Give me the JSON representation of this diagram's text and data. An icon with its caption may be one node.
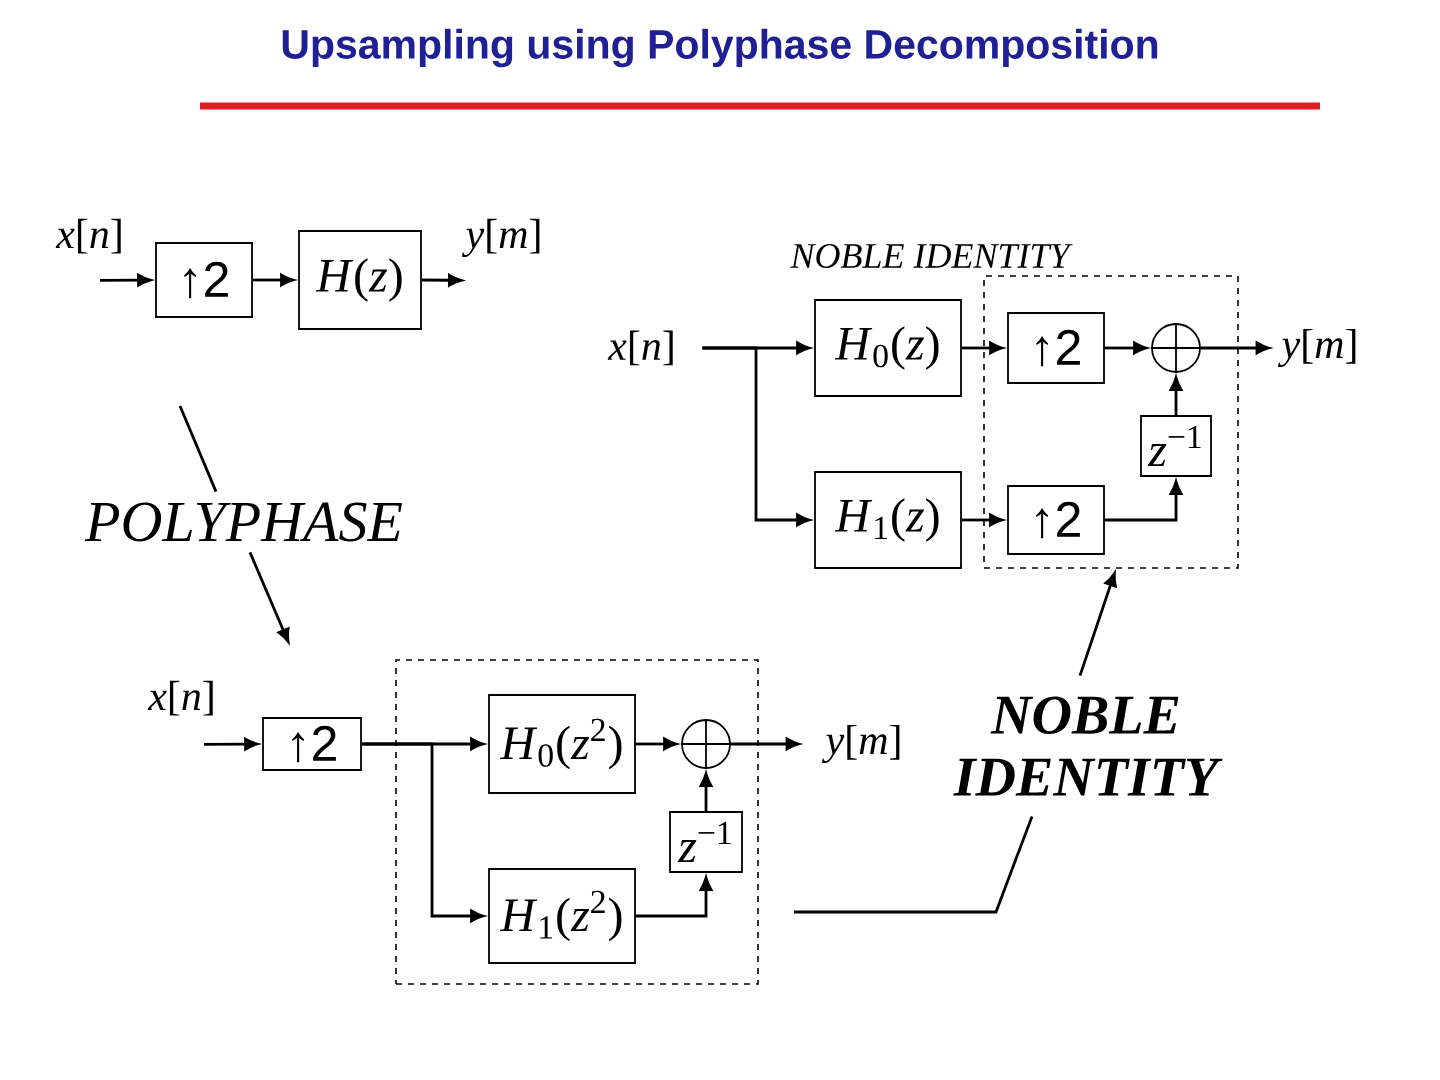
{
  "diagram": {
    "title": "Upsampling using Polyphase Decomposition",
    "nodes": [
      {
        "text": [
          "*x*[*n*]"
        ]
      },
      {
        "text": [
          "↑2"
        ]
      },
      {
        "text": [
          "*H*(*z*)"
        ]
      },
      {
        "text": [
          "*y*[*m*]"
        ]
      },
      {
        "text": [
          "*x*[*n*]"
        ]
      },
      {
        "text": [
          "*H*$_{0}$(*z*)"
        ]
      },
      {
        "text": [
          "*H*$_{1}$(*z*)"
        ]
      },
      {
        "text": [],
        "shape": "box"
      },
      {
        "text": [
          "↑2"
        ],
        "in": 7
      },
      {
        "text": [
          "↑2"
        ],
        "in": 7
      },
      {
        "text": [],
        "shape": "circle",
        "in": 7
      },
      {
        "text": [
          "*z*$^{−1}$"
        ],
        "in": 7
      },
      {
        "text": [
          "*y*[*m*]"
        ]
      },
      {
        "text": [
          "POLYPHASE"
        ]
      },
      {
        "text": [
          "*x*[*n*]"
        ]
      },
      {
        "text": [
          "↑2"
        ]
      },
      {
        "text": [],
        "shape": "box"
      },
      {
        "text": [
          "*H*$_{0}$(*z*$^{2}$)"
        ],
        "in": 16
      },
      {
        "text": [
          "*H*$_{1}$(*z*$^{2}$)"
        ],
        "in": 16
      },
      {
        "text": [],
        "shape": "circle",
        "in": 16
      },
      {
        "text": [
          "*z*$^{−1}$"
        ],
        "in": 16
      },
      {
        "text": [
          "*y*[*m*]"
        ]
      },
      {
        "text": [
          "NOBLE IDENTITY"
        ]
      }
    ],
    "edges": [
      {
        "from": 0,
        "to": 1,
        "arrow": "to"
      },
      {
        "from": 1,
        "to": 2,
        "arrow": "to"
      },
      {
        "from": 2,
        "to": 3,
        "arrow": "to"
      },
      {
        "from": 4,
        "to": 5,
        "arrow": "to"
      },
      {
        "from": 4,
        "to": 6,
        "arrow": "to"
      },
      {
        "from": 5,
        "to": 8,
        "arrow": "to"
      },
      {
        "from": 6,
        "to": 9,
        "arrow": "to"
      },
      {
        "from": 8,
        "to": 10,
        "arrow": "to"
      },
      {
        "from": 9,
        "to": 11,
        "arrow": "to"
      },
      {
        "from": 11,
        "to": 10,
        "arrow": "to"
      },
      {
        "from": 10,
        "to": 12,
        "arrow": "to"
      },
      {
        "from": 13,
        "to": null,
        "arrow": "none"
      },
      {
        "from": 13,
        "to": null,
        "arrow": "to"
      },
      {
        "from": 14,
        "to": 15,
        "arrow": "to"
      },
      {
        "from": 15,
        "to": 17,
        "arrow": "to"
      },
      {
        "from": 15,
        "to": 18,
        "arrow": "to"
      },
      {
        "from": 17,
        "to": 19,
        "arrow": "to"
      },
      {
        "from": 18,
        "to": 20,
        "arrow": "to"
      },
      {
        "from": 20,
        "to": 19,
        "arrow": "to"
      },
      {
        "from": 19,
        "to": 21,
        "arrow": "to"
      },
      {
        "from": 22,
        "to": 7,
        "arrow": "to"
      },
      {
        "from": 22,
        "to": null,
        "arrow": "none"
      }
    ],
    "labels": [
      "NOBLE IDENTITY"
    ]
  }
}
